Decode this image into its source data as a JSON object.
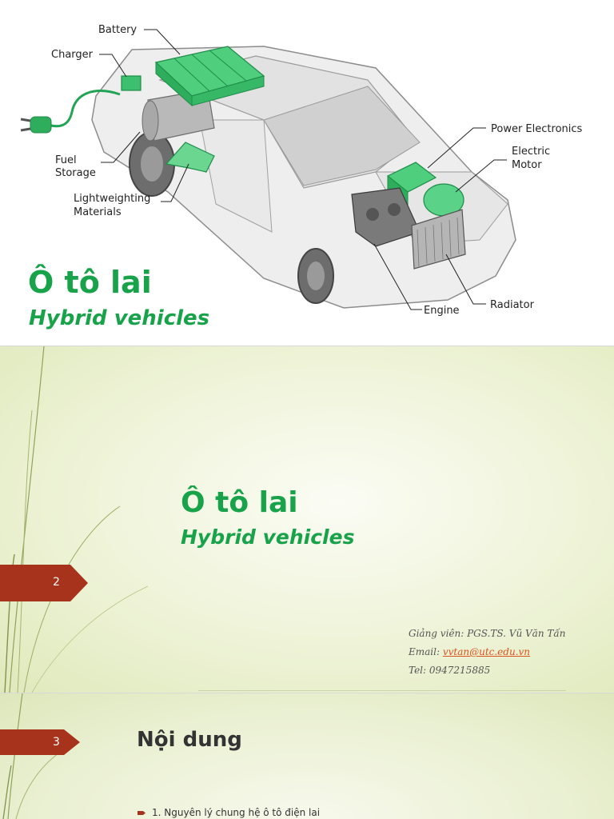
{
  "slide1": {
    "title": "Ô tô lai",
    "subtitle": "Hybrid vehicles",
    "labels": {
      "battery": "Battery",
      "charger": "Charger",
      "fuel_storage_1": "Fuel",
      "fuel_storage_2": "Storage",
      "lightweighting_1": "Lightweighting",
      "lightweighting_2": "Materials",
      "power_electronics": "Power Electronics",
      "electric_motor_1": "Electric",
      "electric_motor_2": "Motor",
      "engine": "Engine",
      "radiator": "Radiator"
    }
  },
  "slide2": {
    "page_number": "2",
    "title": "Ô tô lai",
    "subtitle": "Hybrid vehicles",
    "lecturer": "Giảng viên: PGS.TS. Vũ Văn Tấn",
    "email_label": "Email: ",
    "email": "vvtan@utc.edu.vn",
    "tel": "Tel: 0947215885"
  },
  "slide3": {
    "page_number": "3",
    "title": "Nội dung",
    "item1": "1. Nguyên lý chung hệ ô tô điện lai"
  },
  "colors": {
    "accent_green": "#18a34a",
    "tag_red": "#a7331d",
    "link_orange": "#d9531e"
  }
}
